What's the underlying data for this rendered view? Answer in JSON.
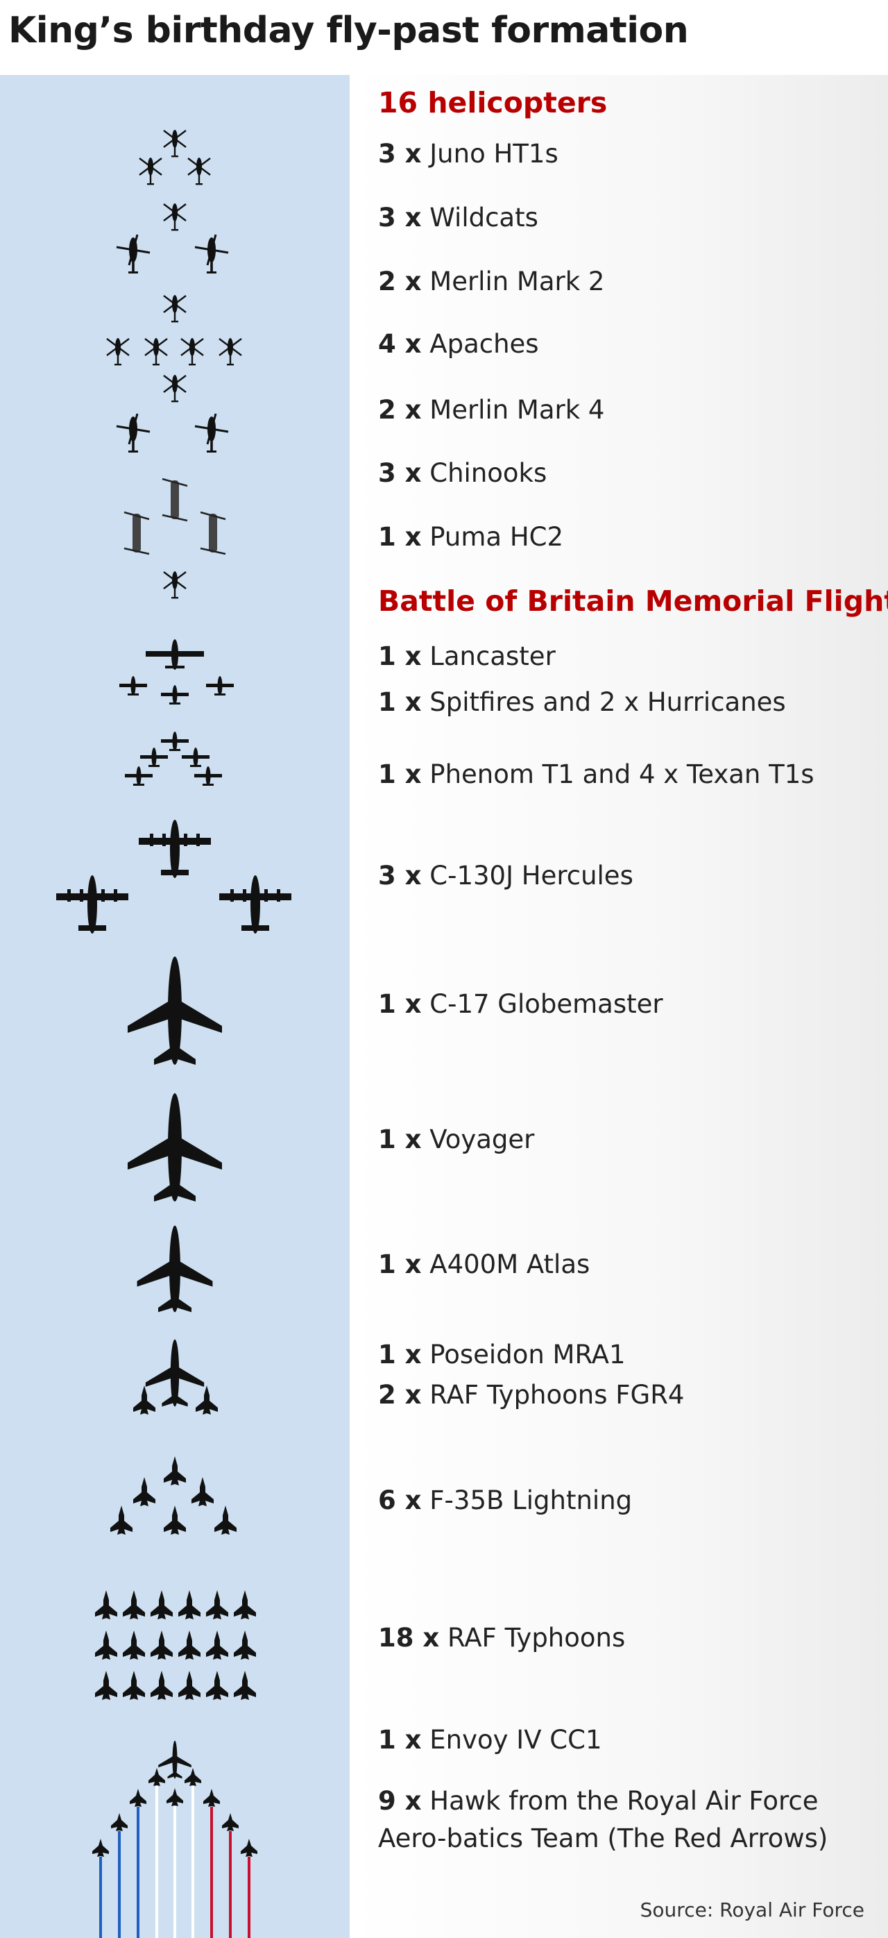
{
  "title": "King’s birthday fly-past formation",
  "headings": {
    "helicopters": "16 helicopters",
    "bbmf": "Battle of Britain Memorial Flight"
  },
  "items": [
    {
      "count": "3 x",
      "name": "Juno HT1s"
    },
    {
      "count": "3 x",
      "name": "Wildcats"
    },
    {
      "count": "2 x",
      "name": "Merlin Mark 2"
    },
    {
      "count": "4 x",
      "name": "Apaches"
    },
    {
      "count": "2 x",
      "name": "Merlin Mark 4"
    },
    {
      "count": "3 x",
      "name": "Chinooks"
    },
    {
      "count": "1 x",
      "name": "Puma HC2"
    },
    {
      "count": "1 x",
      "name": "Lancaster"
    },
    {
      "count": "1 x",
      "name": "Spitfires and 2 x Hurricanes"
    },
    {
      "count": "1 x",
      "name": "Phenom T1 and 4 x Texan T1s"
    },
    {
      "count": "3 x",
      "name": "C-130J Hercules"
    },
    {
      "count": "1 x",
      "name": "C-17 Globemaster"
    },
    {
      "count": "1 x",
      "name": "Voyager"
    },
    {
      "count": "1 x",
      "name": "A400M Atlas"
    },
    {
      "count": "1 x",
      "name": "Poseidon MRA1"
    },
    {
      "count": "2 x",
      "name": "RAF Typhoons FGR4"
    },
    {
      "count": "6 x",
      "name": "F-35B Lightning"
    },
    {
      "count": "18 x",
      "name": "RAF Typhoons"
    },
    {
      "count": "1 x",
      "name": "Envoy IV CC1"
    },
    {
      "count": "9 x",
      "name": "Hawk from the Royal Air Force Aero-batics Team (The Red Arrows)"
    }
  ],
  "source": "Source: Royal Air Force",
  "colors": {
    "heading_red": "#b80000",
    "panel_blue": "#cddff0",
    "silhouette": "#111111",
    "smoke_blue": "#1f5fbf",
    "smoke_white": "#ffffff",
    "smoke_red": "#c8102e"
  },
  "icons": [
    "helicopter-icon",
    "chinook-icon",
    "propeller-plane-icon",
    "jet-airliner-icon",
    "fighter-jet-icon",
    "hawk-jet-icon"
  ]
}
